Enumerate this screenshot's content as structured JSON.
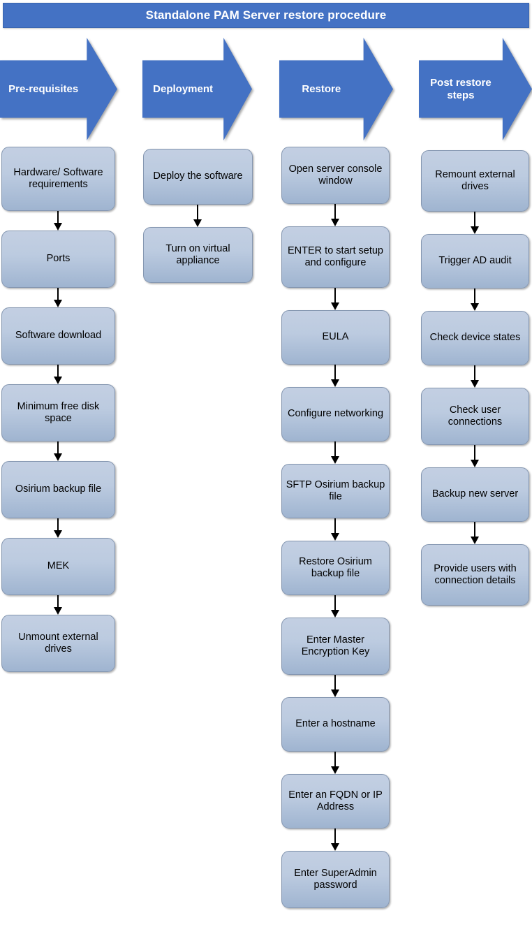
{
  "title": "Standalone PAM Server restore procedure",
  "colors": {
    "banner": "#4472C4",
    "arrow": "#4472C4",
    "node_top": "#c3cfe2",
    "node_bottom": "#9fb4d0",
    "node_border": "#8496b0",
    "connector": "#000000",
    "banner_text": "#ffffff",
    "node_text": "#000000"
  },
  "phases": [
    {
      "label": "Pre-requisites"
    },
    {
      "label": "Deployment"
    },
    {
      "label": "Restore"
    },
    {
      "label": "Post restore steps"
    }
  ],
  "columns": [
    {
      "phase": "Pre-requisites",
      "steps": [
        {
          "label": "Hardware/ Software requirements"
        },
        {
          "label": "Ports"
        },
        {
          "label": "Software download"
        },
        {
          "label": "Minimum free disk space"
        },
        {
          "label": "Osirium backup file"
        },
        {
          "label": "MEK"
        },
        {
          "label": "Unmount external drives"
        }
      ]
    },
    {
      "phase": "Deployment",
      "steps": [
        {
          "label": "Deploy the software"
        },
        {
          "label": "Turn on virtual appliance"
        }
      ]
    },
    {
      "phase": "Restore",
      "steps": [
        {
          "label": "Open server console window"
        },
        {
          "label": "ENTER to start setup and configure"
        },
        {
          "label": "EULA"
        },
        {
          "label": "Configure networking"
        },
        {
          "label": "SFTP Osirium backup file"
        },
        {
          "label": "Restore Osirium backup file"
        },
        {
          "label": "Enter Master Encryption Key"
        },
        {
          "label": "Enter a hostname"
        },
        {
          "label": "Enter an FQDN or IP Address"
        },
        {
          "label": "Enter SuperAdmin password"
        }
      ]
    },
    {
      "phase": "Post restore steps",
      "steps": [
        {
          "label": "Remount external drives"
        },
        {
          "label": "Trigger AD audit"
        },
        {
          "label": "Check device states"
        },
        {
          "label": "Check user connections"
        },
        {
          "label": "Backup new server"
        },
        {
          "label": "Provide users with connection details"
        }
      ]
    }
  ]
}
